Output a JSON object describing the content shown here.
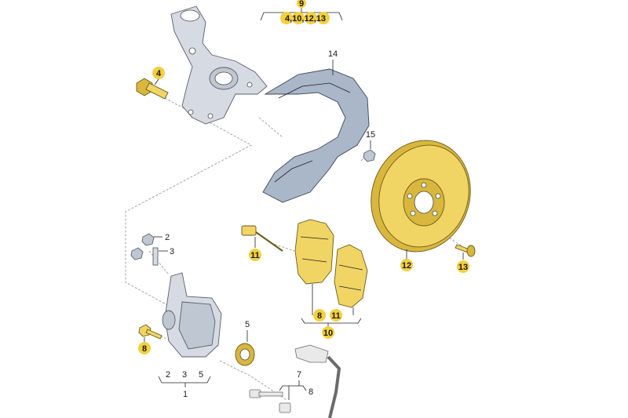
{
  "labels": {
    "l1": "1",
    "l2a": "2",
    "l2b": "2",
    "l3a": "3",
    "l3b": "3",
    "l4": "4",
    "l5a": "5",
    "l5b": "5",
    "l7": "7",
    "l8a": "8",
    "l8b": "8",
    "l8c": "8",
    "l9": "9",
    "l9_group": "4,10,12,13",
    "l10": "10",
    "l11a": "11",
    "l11b": "11",
    "l12": "12",
    "l13": "13",
    "l14": "14",
    "l15": "15"
  },
  "colors": {
    "highlight": "#f3d03e",
    "part_gold": "#f0d564",
    "part_grey": "#d6dbe3",
    "part_blue": "#a9b7c8"
  }
}
